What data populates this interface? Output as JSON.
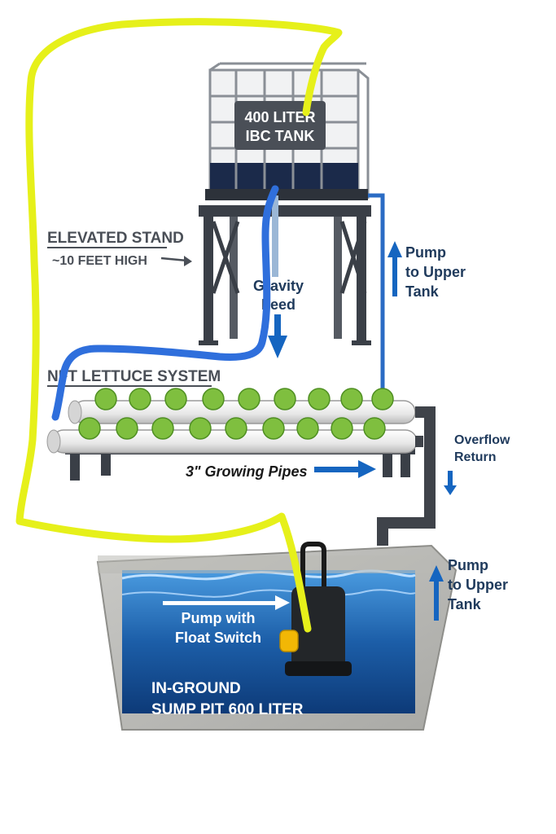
{
  "tank": {
    "line1": "400 LITER",
    "line2": "IBC TANK"
  },
  "stand": {
    "line1": "ELEVATED STAND",
    "line2": "~10 FEET HIGH"
  },
  "gravity": {
    "line1": "Gravity",
    "line2": "Feed"
  },
  "pump_upper_top": {
    "line1": "Pump",
    "line2": "to Upper",
    "line3": "Tank"
  },
  "system_title": "NFT LETTUCE SYSTEM",
  "pipes_label": "3\" Growing Pipes",
  "overflow": {
    "line1": "Overflow",
    "line2": "Return"
  },
  "pump_upper_bottom": {
    "line1": "Pump",
    "line2": "to Upper",
    "line3": "Tank"
  },
  "pump_float": {
    "line1": "Pump with",
    "line2": "Float Switch"
  },
  "sump": {
    "line1": "IN-GROUND",
    "line2": "SUMP PIT 600 LITER"
  },
  "colors": {
    "highlighter_yellow": "#e6f01a",
    "marker_blue": "#2f6fdc",
    "water": "#1c5ea8",
    "label_navy": "#1f3a5c",
    "arrow_blue": "#1565c0"
  }
}
